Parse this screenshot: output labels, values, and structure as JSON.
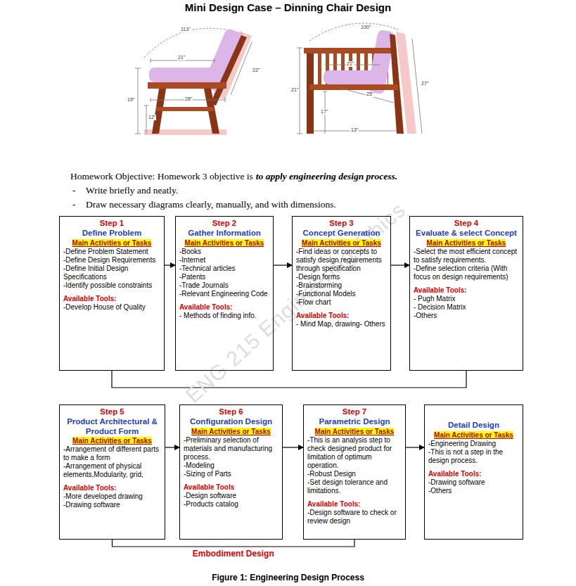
{
  "diagram": {
    "title": "Mini Design Case – Dinning Chair Design",
    "caption": "Figure 1: Engineering Design Process",
    "nodes": [
      {
        "text": [
          "Step 1",
          "Define Problem",
          "Main Activities or Tasks",
          "-Define Problem Statement",
          "-Define Design Requirements",
          "-Define Initial Design Specifications",
          "-Identify possible constraints",
          "Available Tools:",
          "-Develop House of Quality"
        ]
      },
      {
        "text": [
          "Step 2",
          "Gather Information",
          "Main Activities or Tasks",
          "-Books",
          "-Internet",
          "-Technical articles",
          "-Patents",
          "-Trade Journals",
          "-Relevant Engineering Code",
          "Available Tools:",
          "- Methods of finding info."
        ]
      },
      {
        "text": [
          "Step 3",
          "Concept Generation",
          "Main Activities or Tasks",
          "-Find ideas or concepts to satisfy design requirements through specification",
          "-Design forms",
          "-Brainstorming",
          "-Functional Models",
          "-Flow chart",
          "Available Tools:",
          "- Mind Map, drawing- Others"
        ]
      },
      {
        "text": [
          "Step 4",
          "Evaluate & select Concept",
          "Main Activities or Tasks",
          "-Select the most efficient concept to satisfy requirements.",
          "-Define selection criteria (With focus on design requirements)",
          "Available Tools:",
          "- Pugh Matrix",
          "- Decision Matrix",
          "-Others"
        ]
      },
      {
        "text": [
          "Step 5",
          "Product Architectural & Product Form",
          "Main Activities or Tasks",
          "-Arrangement of different parts to make a form",
          "-Arrangement of physical elements,Modularity, grid,",
          "Available Tools:",
          "-More developed drawing",
          "-Drawing software"
        ]
      },
      {
        "text": [
          "Step 6",
          "Configuration Design",
          "Main Activities or Tasks",
          "-Preliminary selection of materials and manufacturing process.",
          "-Modeling",
          "-Sizing of Parts",
          "Available Tools",
          "-Design software",
          "-Products catalog"
        ]
      },
      {
        "text": [
          "Step 7",
          "Parametric Design",
          "Main Activities or Tasks",
          "-This is an analysis step to check designed product for limitation of optimum operation.",
          "-Robust Design",
          "-Set design tolerance and limitations.",
          "Available Tools:",
          "-Design software to check or review design"
        ]
      },
      {
        "text": [
          "Detail Design",
          "Main Activities or Tasks",
          "-Engineering Drawing",
          "-This is not a step in the design process.",
          "Available Tools:",
          "-Drawing software",
          "-Others"
        ]
      }
    ],
    "edges": [
      {
        "from": 0,
        "to": 1,
        "arrow": "to"
      },
      {
        "from": 1,
        "to": 2,
        "arrow": "to"
      },
      {
        "from": 2,
        "to": 3,
        "arrow": "to"
      },
      {
        "from": 0,
        "to": 3,
        "arrow": "none"
      },
      {
        "from": 4,
        "to": 5,
        "arrow": "to"
      },
      {
        "from": 5,
        "to": 6,
        "arrow": "to"
      },
      {
        "from": 6,
        "to": 7,
        "arrow": "to"
      },
      {
        "from": 4,
        "to": 6,
        "arrow": "none",
        "label": "Embodiment Design"
      }
    ],
    "labels": [
      "113°",
      "21\"",
      "22\"",
      "19\"",
      "28\"",
      "12\"",
      "100°",
      "21\"",
      "25\"",
      "27\"",
      "21\"",
      "17\"",
      "13\"",
      "Homework Objective: Homework 3 objective is",
      "to apply engineering design process.",
      "-",
      "Write briefly and neatly.",
      "-",
      "Draw necessary diagrams clearly, manually, and with dimensions.",
      "ENG 215 Engineering Ethics"
    ]
  }
}
